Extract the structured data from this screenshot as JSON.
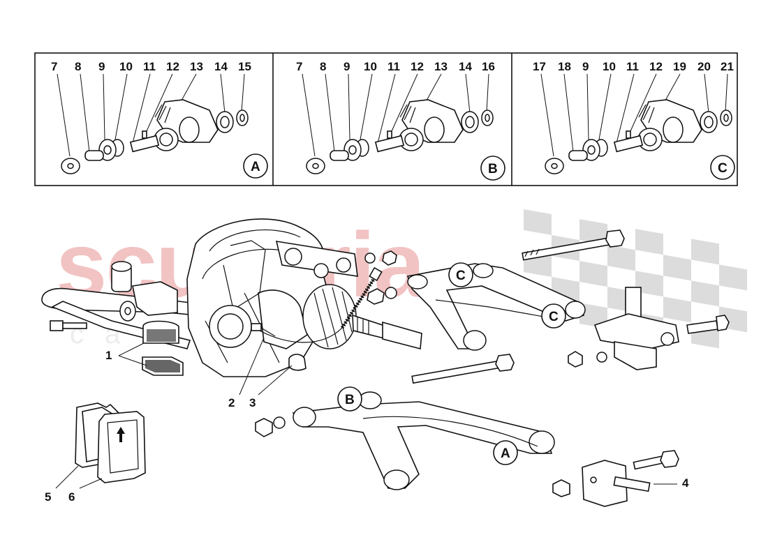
{
  "watermark": {
    "main": "scuderia",
    "sub": "car parts"
  },
  "insets": [
    {
      "letter": "A",
      "labels": [
        "7",
        "8",
        "9",
        "10",
        "11",
        "12",
        "13",
        "14",
        "15"
      ]
    },
    {
      "letter": "B",
      "labels": [
        "7",
        "8",
        "9",
        "10",
        "11",
        "12",
        "13",
        "14",
        "16"
      ]
    },
    {
      "letter": "C",
      "labels": [
        "17",
        "18",
        "9",
        "10",
        "11",
        "12",
        "19",
        "20",
        "21"
      ]
    }
  ],
  "main_callouts": {
    "c1": "1",
    "c2": "2",
    "c3": "3",
    "c4": "4",
    "c5": "5",
    "c6": "6"
  },
  "arm_markers": {
    "c_upper_1": "C",
    "c_upper_2": "C",
    "b_lower": "B",
    "a_lower": "A"
  },
  "checker_colors": {
    "dark": "#d6d6d6",
    "light": "#ffffff"
  }
}
